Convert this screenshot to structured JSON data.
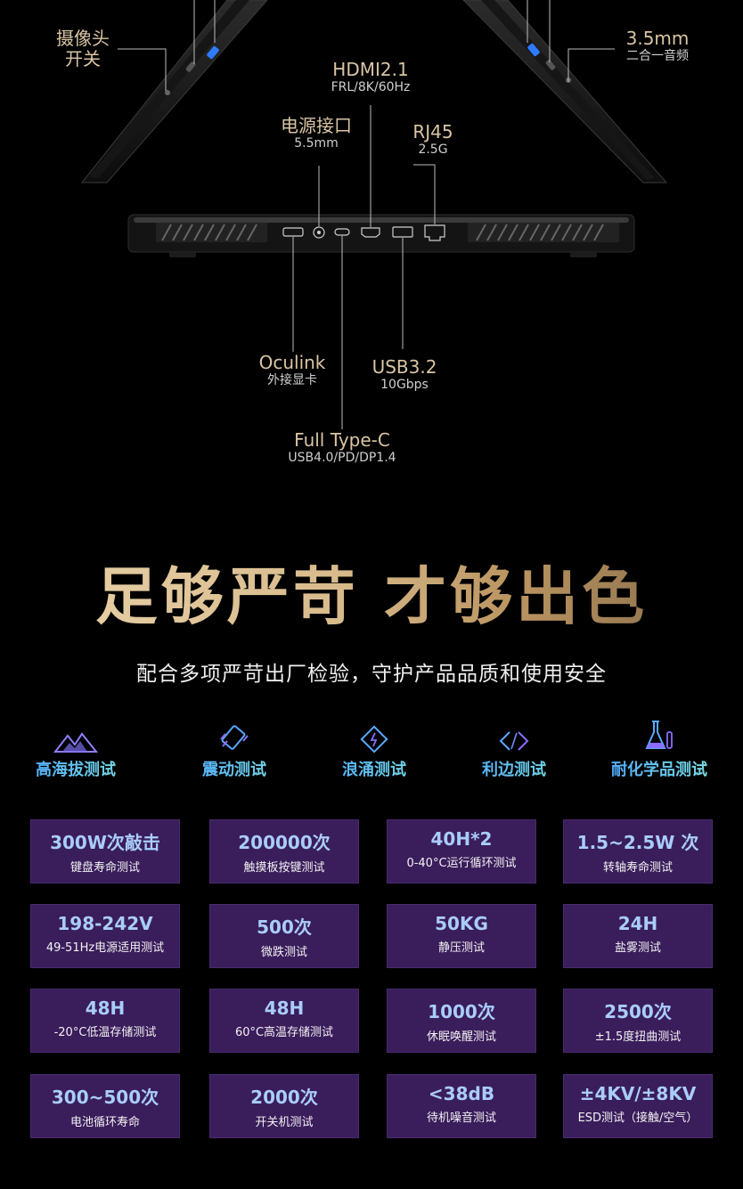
{
  "ports": {
    "camera_switch": {
      "main": "摄像头",
      "sub": "开关"
    },
    "audio": {
      "main": "3.5mm",
      "sub": "二合一音频"
    },
    "hdmi": {
      "main": "HDMI2.1",
      "sub": "FRL/8K/60Hz"
    },
    "power": {
      "main": "电源接口",
      "sub": "5.5mm"
    },
    "rj45": {
      "main": "RJ45",
      "sub": "2.5G"
    },
    "oculink": {
      "main": "Oculink",
      "sub": "外接显卡"
    },
    "usb": {
      "main": "USB3.2",
      "sub": "10Gbps"
    },
    "typec": {
      "main": "Full Type-C",
      "sub": "USB4.0/PD/DP1.4"
    }
  },
  "headline": "足够严苛 才够出色",
  "subline": "配合多项严苛出厂检验，守护产品品质和使用安全",
  "categories": [
    {
      "label": "高海拔测试",
      "icon": "mountain-icon"
    },
    {
      "label": "震动测试",
      "icon": "vibration-icon"
    },
    {
      "label": "浪涌测试",
      "icon": "surge-icon"
    },
    {
      "label": "利边测试",
      "icon": "sharp-edge-icon"
    },
    {
      "label": "耐化学品测试",
      "icon": "flask-icon"
    }
  ],
  "tests": [
    {
      "value": "300W次敲击",
      "desc": "键盘寿命测试"
    },
    {
      "value": "200000次",
      "desc": "触摸板按键测试"
    },
    {
      "value": "40H*2",
      "desc": "0-40°C运行循环测试"
    },
    {
      "value": "1.5~2.5W 次",
      "desc": "转轴寿命测试"
    },
    {
      "value": "198-242V",
      "desc": "49-51Hz电源适用测试"
    },
    {
      "value": "500次",
      "desc": "微跌测试"
    },
    {
      "value": "50KG",
      "desc": "静压测试"
    },
    {
      "value": "24H",
      "desc": "盐雾测试"
    },
    {
      "value": "48H",
      "desc": "-20°C低温存储测试"
    },
    {
      "value": "48H",
      "desc": "60°C高温存储测试"
    },
    {
      "value": "1000次",
      "desc": "休眠唤醒测试"
    },
    {
      "value": "2500次",
      "desc": "±1.5度扭曲测试"
    },
    {
      "value": "300~500次",
      "desc": "电池循环寿命"
    },
    {
      "value": "2000次",
      "desc": "开关机测试"
    },
    {
      "value": "<38dB",
      "desc": "待机噪音测试"
    },
    {
      "value": "±4KV/±8KV",
      "desc": "ESD测试（接触/空气）"
    }
  ],
  "colors": {
    "accent_gold": "#d9c5a4",
    "card_bg": "#3a1d5b",
    "card_value": "#a9cdfa",
    "category_text": "#4ca6ff"
  }
}
